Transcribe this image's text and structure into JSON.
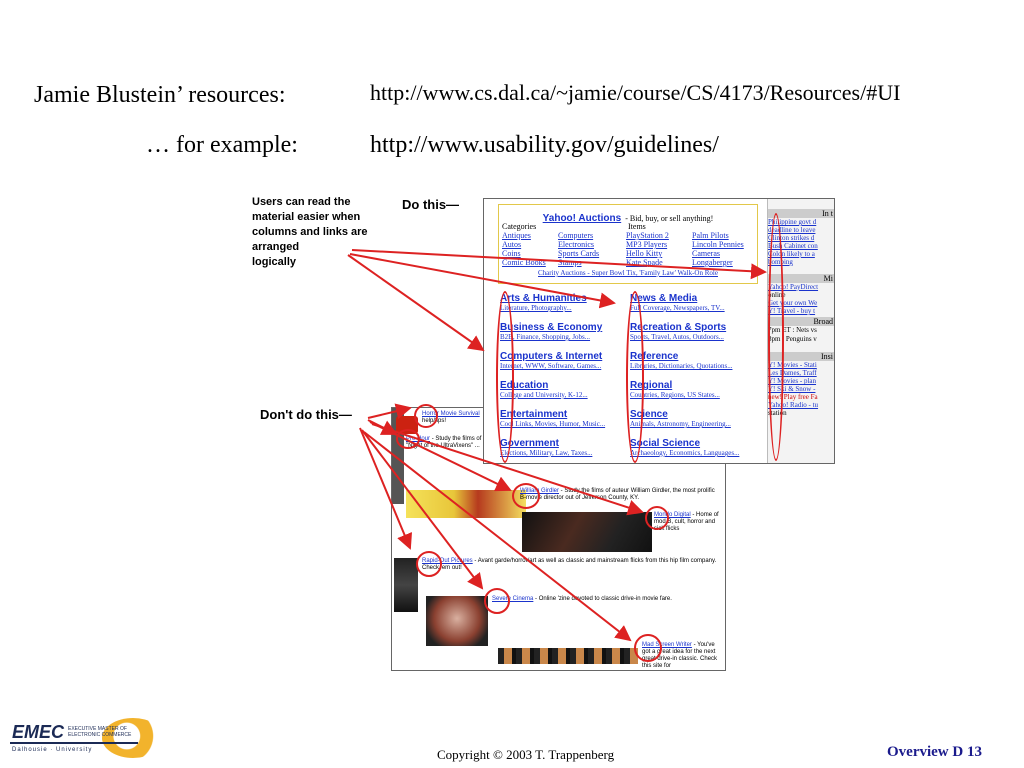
{
  "header": {
    "resources_label": "Jamie Blustein’ resources:",
    "resources_url": "http://www.cs.dal.ca/~jamie/course/CS/4173/Resources/#UI",
    "example_label": "… for example:",
    "example_url": "http://www.usability.gov/guidelines/"
  },
  "guideline": {
    "caption_lines": [
      "Users can read the",
      "material easier when",
      "columns and links are",
      "arranged",
      "logically"
    ],
    "do_label": "Do this—",
    "dont_label": "Don't do this—"
  },
  "yahoo": {
    "auctions_title": "Yahoo! Auctions",
    "auctions_tagline": "- Bid, buy, or sell anything!",
    "categories_label": "Categories",
    "items_label": "Items",
    "auction_links": [
      [
        "Antiques",
        "Computers",
        "PlayStation 2",
        "Palm Pilots"
      ],
      [
        "Autos",
        "Electronics",
        "MP3 Players",
        "Lincoln Pennies"
      ],
      [
        "Coins",
        "Sports Cards",
        "Hello Kitty",
        "Cameras"
      ],
      [
        "Comic Books",
        "Stamps",
        "Kate Spade",
        "Longaberger"
      ]
    ],
    "auction_footer": "Charity Auctions - Super Bowl Tix, 'Family Law' Walk-On Role",
    "left_categories": [
      {
        "title": "Arts & Humanities",
        "sub": "Literature, Photography..."
      },
      {
        "title": "Business & Economy",
        "sub": "B2B, Finance, Shopping, Jobs..."
      },
      {
        "title": "Computers & Internet",
        "sub": "Internet, WWW, Software, Games..."
      },
      {
        "title": "Education",
        "sub": "College and University, K-12..."
      },
      {
        "title": "Entertainment",
        "sub": "Cool Links, Movies, Humor, Music..."
      },
      {
        "title": "Government",
        "sub": "Elections, Military, Law, Taxes..."
      }
    ],
    "right_categories": [
      {
        "title": "News & Media",
        "sub": "Full Coverage, Newspapers, TV..."
      },
      {
        "title": "Recreation & Sports",
        "sub": "Sports, Travel, Autos, Outdoors..."
      },
      {
        "title": "Reference",
        "sub": "Libraries, Dictionaries, Quotations..."
      },
      {
        "title": "Regional",
        "sub": "Countries, Regions, US States..."
      },
      {
        "title": "Science",
        "sub": "Animals, Astronomy, Engineering..."
      },
      {
        "title": "Social Science",
        "sub": "Archaeology, Economics, Languages..."
      }
    ],
    "side_heads": [
      "In t",
      "Mi",
      "Broad",
      "Insi"
    ],
    "side_news": [
      "Philippine govt d",
      "deadline to leave",
      "Clinton strikes d",
      "Bush Cabinet con",
      "Colon likely to a",
      "bombing"
    ],
    "side_misc": [
      "Yahoo! PayDirect",
      "online",
      "Get your own We",
      "Y! Travel - buy t"
    ],
    "side_broad": [
      "7pm ET : Nets vs",
      "8pm : Penguins v"
    ],
    "side_insi": [
      "Y! Movies - Stati",
      "Les Dames, Traff",
      "Y! Movies - plan",
      "Y! Ski & Snow -",
      "new! Play free Fa",
      "Yahoo! Radio - tu",
      "station"
    ]
  },
  "dont_page": {
    "top_link": "Horror Movie Survival",
    "top_text": "help/tips!",
    "side_link": "Pre Hour",
    "side_text": "- Study the films of ...",
    "side_text2": "\"Night of the UltraVixens\" ...",
    "entries": [
      {
        "link": "William Girdler",
        "text": "- Study the films of auteur William Girdler, the most prolific B-movie director out of Jefferson County, KY."
      },
      {
        "link": "Mondo Digital",
        "text": "- Home of mod B, cult, horror and sick flicks"
      },
      {
        "link": "Rapid-Out Pictures",
        "text": "- Avant garde/horror/art as well as classic and mainstream flicks from this hip film company. Check 'em out!"
      },
      {
        "link": "Severe Cinema",
        "text": "- Online 'zine devoted to classic drive-in movie fare."
      },
      {
        "link": "Mad Screen Writer",
        "text": "- You've got a great idea for the next great drive-in classic. Check this site for"
      }
    ]
  },
  "footer": {
    "logo_text": "EMEC",
    "logo_caption_1": "EXECUTIVE MASTER OF",
    "logo_caption_2": "ELECTRONIC COMMERCE",
    "logo_sub": "Dalhousie · University",
    "copyright": "Copyright © 2003 T. Trappenberg",
    "slide_label": "Overview D 13"
  }
}
